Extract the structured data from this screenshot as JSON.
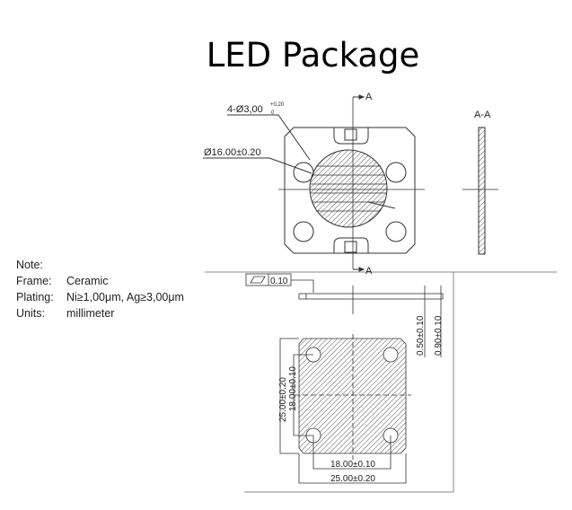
{
  "title": "LED Package",
  "notes": {
    "heading": "Note:",
    "rows": [
      {
        "key": "Frame:",
        "value": "Ceramic"
      },
      {
        "key": "Plating:",
        "value": "Ni≥1,00μm, Ag≥3,00μm"
      },
      {
        "key": "Units:",
        "value": "millimeter"
      }
    ]
  },
  "drawing": {
    "hole_dim": "4-Ø3,00",
    "hole_tol_upper": "+0,20",
    "hole_tol_lower": "0",
    "circle_dim": "Ø16.00±0.20",
    "section_label": "A",
    "section_view_label": "A-A",
    "flatness_value": "0.10",
    "thickness_inner": "0.50±0.10",
    "thickness_total": "0.90±0.10",
    "height_outer": "25.00±0.20",
    "height_holes": "18.00±0.10",
    "width_holes": "18.00±0.10",
    "width_outer": "25.00±0.20"
  }
}
